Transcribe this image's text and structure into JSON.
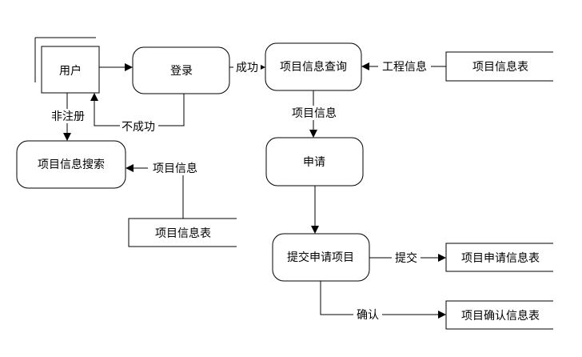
{
  "nodes": {
    "user": "用户",
    "login": "登录",
    "project_query": "项目信息查询",
    "project_search": "项目信息搜索",
    "apply": "申请",
    "submit_apply": "提交申请项目",
    "store_project_table_top": "项目信息表",
    "store_project_table_bottom": "项目信息表",
    "store_apply_table": "项目申请信息表",
    "store_confirm_table": "项目确认信息表"
  },
  "edges": {
    "success": "成功",
    "failure": "不成功",
    "not_registered": "非注册",
    "engineering_info": "工程信息",
    "project_info_query_to_apply": "项目信息",
    "project_info_to_search": "项目信息",
    "submit": "提交",
    "confirm": "确认"
  }
}
